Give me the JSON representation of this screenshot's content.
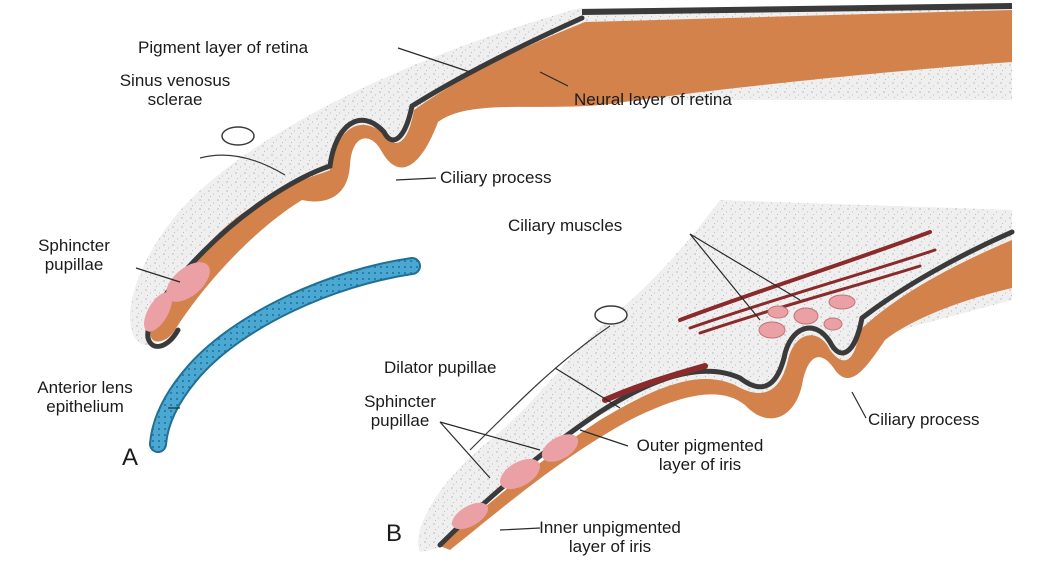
{
  "colors": {
    "neural": "#d4824c",
    "pigment": "#3a3a3a",
    "stroma": "#ededed",
    "sphincter": "#eaa0a4",
    "lens": "#3a9cc8",
    "muscle": "#8a2a2a"
  },
  "panels": {
    "a": "A",
    "b": "B"
  },
  "labels": {
    "pigment_layer_of_retina": "Pigment layer of retina",
    "sinus_venosus": [
      "Sinus venosus",
      "sclerae"
    ],
    "neural_layer_of_retina": "Neural layer of retina",
    "ciliary_process_a": "Ciliary process",
    "sphincter_pupillae_a": [
      "Sphincter",
      "pupillae"
    ],
    "anterior_lens_epithelium": [
      "Anterior lens",
      "epithelium"
    ],
    "ciliary_muscles": "Ciliary muscles",
    "dilator_pupillae": "Dilator pupillae",
    "sphincter_pupillae_b": [
      "Sphincter",
      "pupillae"
    ],
    "outer_pigmented_layer": [
      "Outer pigmented",
      "layer of iris"
    ],
    "ciliary_process_b": "Ciliary process",
    "inner_unpigmented_layer": [
      "Inner unpigmented",
      "layer of iris"
    ]
  }
}
